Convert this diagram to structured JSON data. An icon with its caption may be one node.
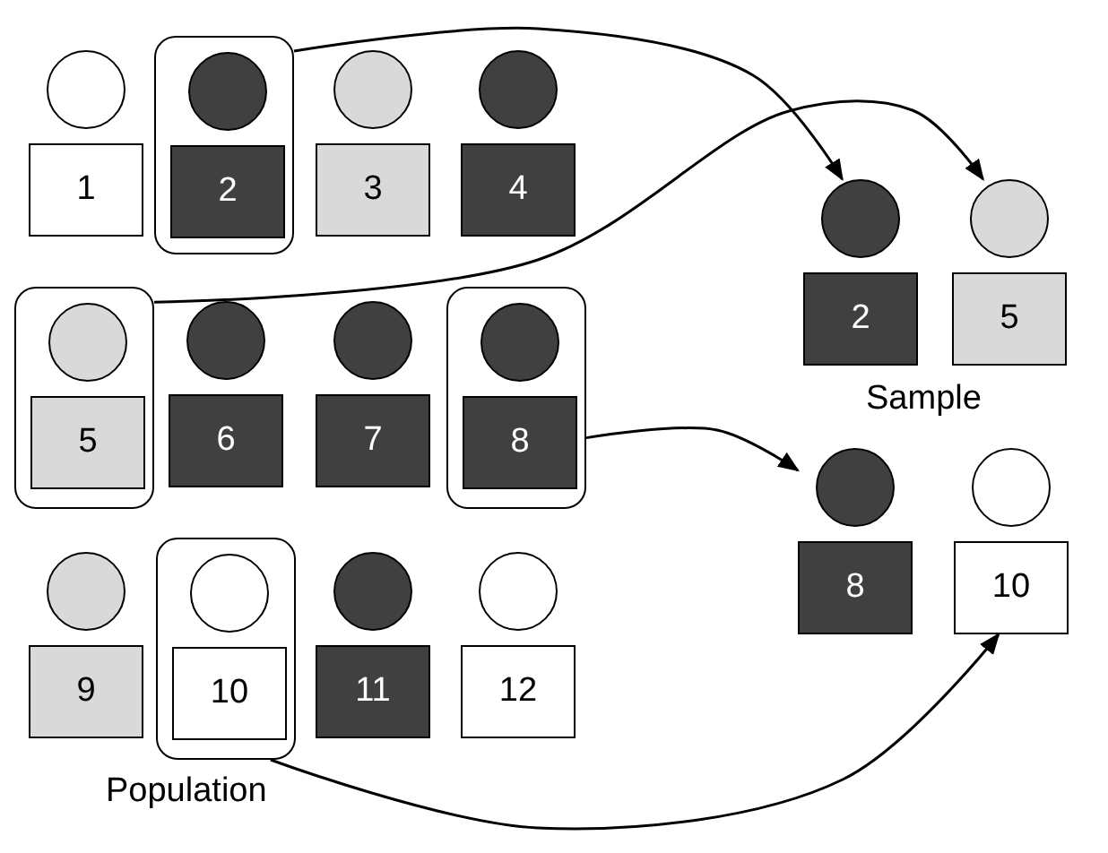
{
  "diagram": {
    "nodes": [
      {
        "text": [
          "1"
        ]
      },
      {
        "text": [],
        "shape": "box"
      },
      {
        "text": [
          "2"
        ],
        "in": 1
      },
      {
        "text": [
          "3"
        ]
      },
      {
        "text": [
          "4"
        ]
      },
      {
        "text": [],
        "shape": "box"
      },
      {
        "text": [
          "5"
        ],
        "in": 5
      },
      {
        "text": [
          "6"
        ]
      },
      {
        "text": [
          "7"
        ]
      },
      {
        "text": [],
        "shape": "box"
      },
      {
        "text": [
          "8"
        ],
        "in": 9
      },
      {
        "text": [
          "9"
        ]
      },
      {
        "text": [],
        "shape": "box"
      },
      {
        "text": [
          "10"
        ],
        "in": 12
      },
      {
        "text": [
          "11"
        ]
      },
      {
        "text": [
          "12"
        ]
      },
      {
        "text": [
          "2"
        ]
      },
      {
        "text": [
          "5"
        ]
      },
      {
        "text": [
          "8"
        ]
      },
      {
        "text": [
          "10"
        ]
      }
    ],
    "edges": [
      {
        "from": 1,
        "to": 16,
        "arrow": "to"
      },
      {
        "from": 5,
        "to": 17,
        "arrow": "to"
      },
      {
        "from": 9,
        "to": 18,
        "arrow": "to"
      },
      {
        "from": 12,
        "to": 19,
        "arrow": "to"
      }
    ],
    "labels": [
      "Sample",
      "Population"
    ]
  }
}
